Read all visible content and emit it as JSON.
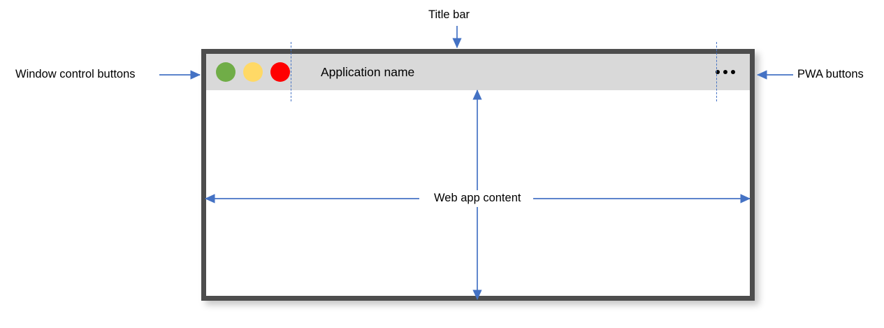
{
  "diagram": {
    "title": "PWA window anatomy diagram",
    "accent_color": "#4472c4",
    "annotations": {
      "window_controls": "Window control buttons",
      "pwa_buttons": "PWA buttons",
      "title_bar": "Title bar",
      "web_app_content": "Web app content"
    }
  },
  "window": {
    "frame_color": "#4d4d4d",
    "title_bar": {
      "background_color": "#d9d9d9",
      "app_name": "Application name",
      "controls": [
        {
          "name": "minimize",
          "color": "#70ad47"
        },
        {
          "name": "maximize",
          "color": "#ffd966"
        },
        {
          "name": "close",
          "color": "#ff0000"
        }
      ],
      "pwa_menu": {
        "icon": "ellipsis-icon",
        "dots": 3
      }
    },
    "content": {
      "background_color": "#ffffff"
    }
  }
}
